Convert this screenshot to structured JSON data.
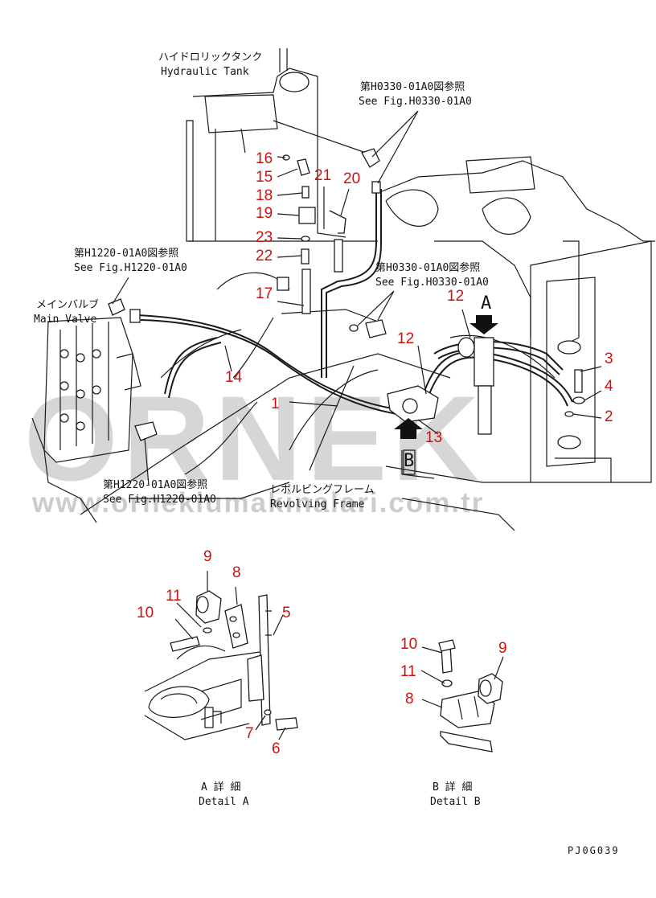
{
  "colors": {
    "callout": "#cc1111",
    "watermark_main": "#cfcfcf",
    "watermark_url": "#c4c4c4",
    "line": "#1a1a1a"
  },
  "labels": {
    "hydraulic_tank_jp": "ハイドロリックタンク",
    "hydraulic_tank_en": "Hydraulic Tank",
    "ref_h0330_top_jp": "第H0330-01A0図参照",
    "ref_h0330_top_en": "See Fig.H0330-01A0",
    "ref_h1220_top_jp": "第H1220-01A0図参照",
    "ref_h1220_top_en": "See Fig.H1220-01A0",
    "main_valve_jp": "メインバルブ",
    "main_valve_en": "Main Valve",
    "ref_h0330_mid_jp": "第H0330-01A0図参照",
    "ref_h0330_mid_en": "See Fig.H0330-01A0",
    "ref_h1220_bot_jp": "第H1220-01A0図参照",
    "ref_h1220_bot_en": "See Fig.H1220-01A0",
    "revolving_frame_jp": "レボルビングフレーム",
    "revolving_frame_en": "Revolving Frame",
    "marker_a": "A",
    "marker_b": "B",
    "detail_a_jp": "A 詳 細",
    "detail_a_en": "Detail A",
    "detail_b_jp": "B 詳 細",
    "detail_b_en": "Detail B",
    "drawing_code": "PJ0G039"
  },
  "watermark": {
    "main": "ORNEK",
    "url": "www.ornekiumakinalari.com.tr"
  },
  "callouts": {
    "n16": "16",
    "n15": "15",
    "n21": "21",
    "n20": "20",
    "n18": "18",
    "n19": "19",
    "n23": "23",
    "n22": "22",
    "n17": "17",
    "n12a": "12",
    "n12b": "12",
    "n14": "14",
    "n1": "1",
    "n13": "13",
    "n3": "3",
    "n4": "4",
    "n2": "2",
    "a9": "9",
    "a8": "8",
    "a11": "11",
    "a10": "10",
    "a5": "5",
    "a7": "7",
    "a6": "6",
    "b10": "10",
    "b9": "9",
    "b11": "11",
    "b8": "8"
  }
}
